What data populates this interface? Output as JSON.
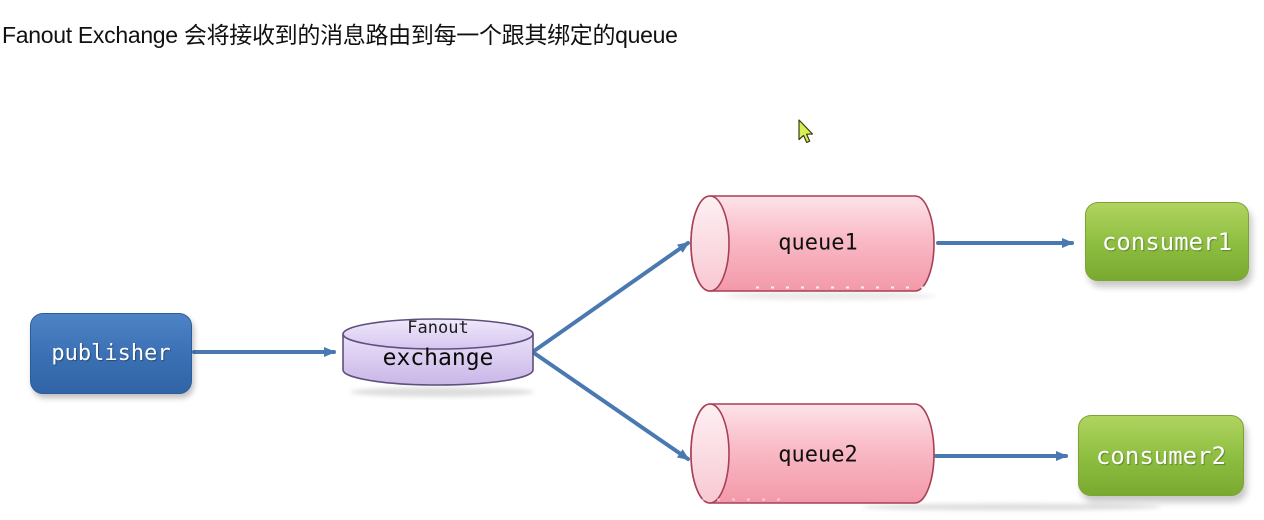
{
  "title": "Fanout Exchange 会将接收到的消息路由到每一个跟其绑定的queue",
  "nodes": {
    "publisher": {
      "label": "publisher"
    },
    "exchange": {
      "type_label": "Fanout",
      "label": "exchange"
    },
    "queue1": {
      "label": "queue1"
    },
    "queue2": {
      "label": "queue2"
    },
    "consumer1": {
      "label": "consumer1"
    },
    "consumer2": {
      "label": "consumer2"
    }
  },
  "edges": [
    {
      "from": "publisher",
      "to": "exchange"
    },
    {
      "from": "exchange",
      "to": "queue1"
    },
    {
      "from": "exchange",
      "to": "queue2"
    },
    {
      "from": "queue1",
      "to": "consumer1"
    },
    {
      "from": "queue2",
      "to": "consumer2"
    }
  ],
  "colors": {
    "background": "#ffffff",
    "title_text": "#111111",
    "publisher_fill": "#3a70b3",
    "exchange_fill": "#d9c9f0",
    "exchange_stroke": "#5e4f7d",
    "queue_fill": "#f7aebb",
    "queue_stroke": "#a84056",
    "consumer_fill": "#8cbd3f",
    "arrow": "#4a79b2",
    "cursor": "#d7ee54"
  },
  "cursor": {
    "icon": "arrow-pointer"
  }
}
